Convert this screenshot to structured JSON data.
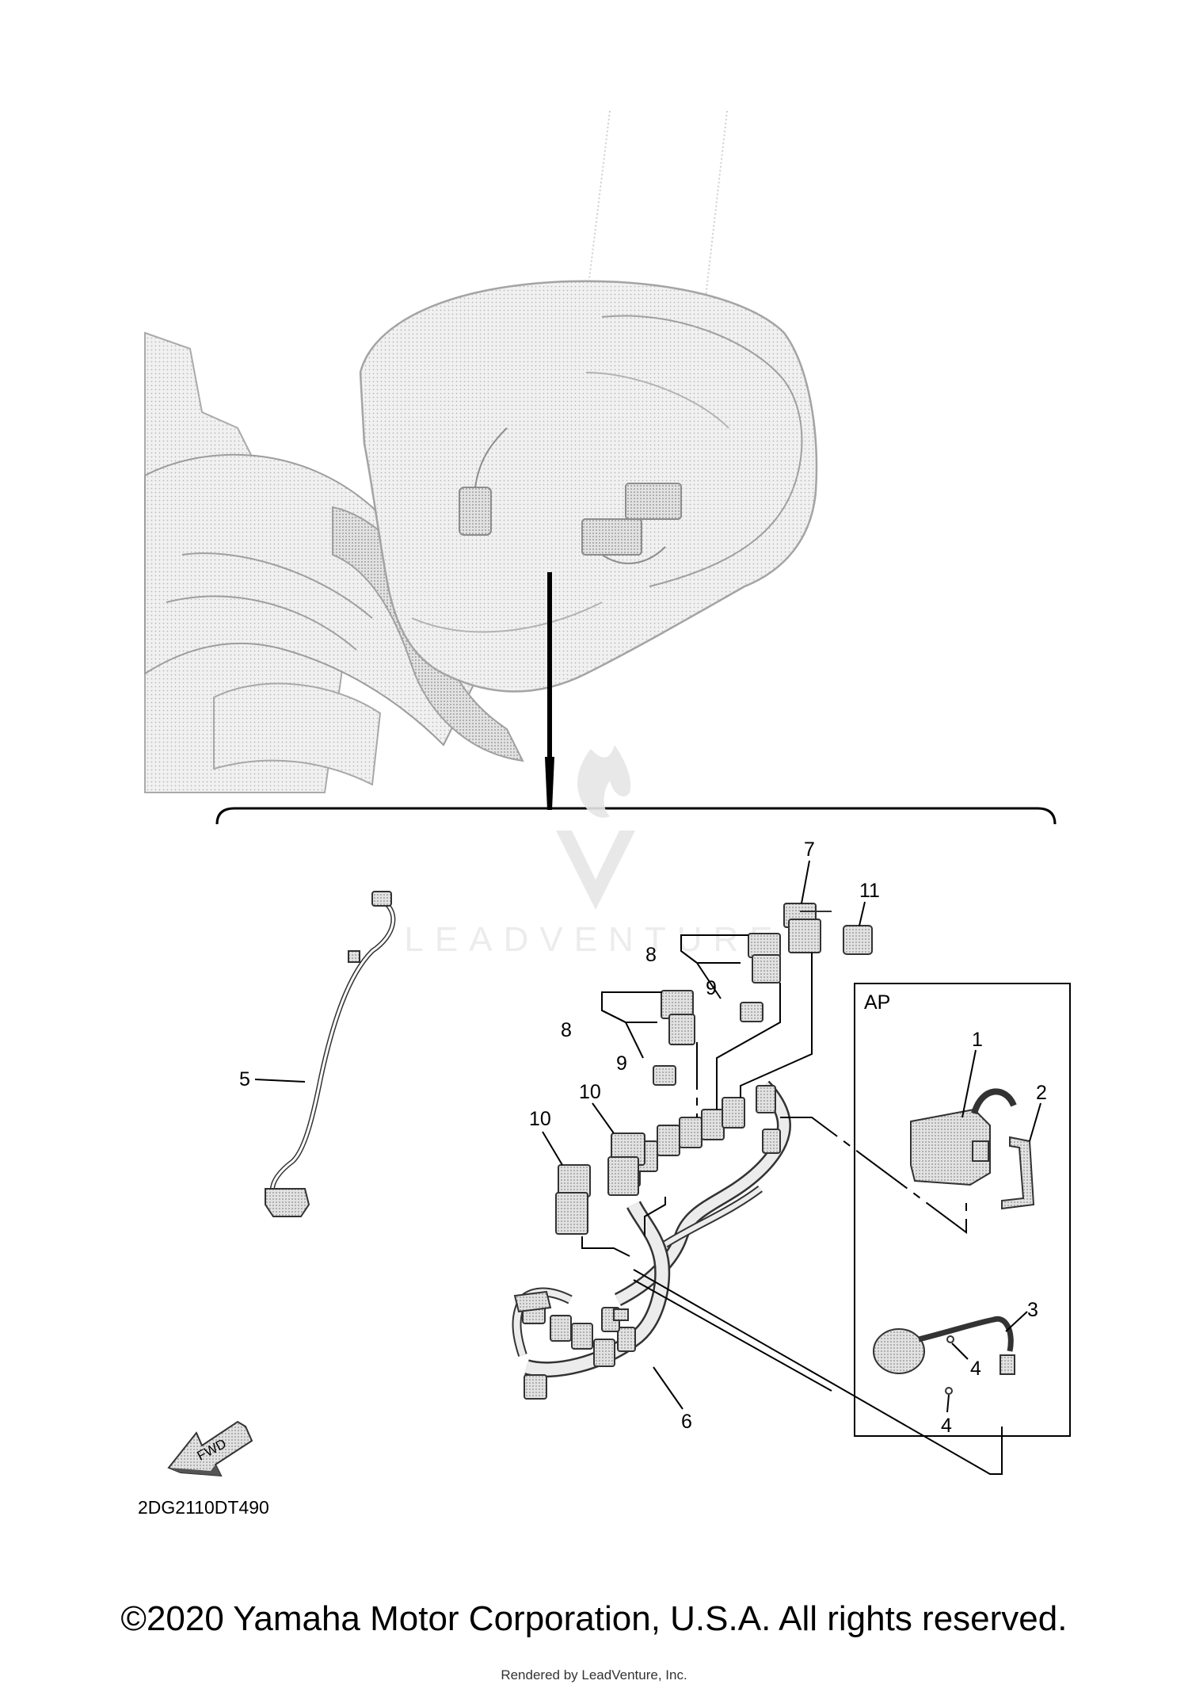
{
  "diagram": {
    "drawing_code": "2DG2110DT490",
    "fwd_label": "FWD",
    "ap_label": "AP",
    "callouts": [
      "1",
      "2",
      "3",
      "4",
      "4",
      "5",
      "6",
      "7",
      "8",
      "8",
      "9",
      "9",
      "10",
      "10",
      "11"
    ]
  },
  "watermark": {
    "text": "LEADVENTURE"
  },
  "footer": {
    "copyright": "©2020 Yamaha Motor Corporation, U.S.A. All rights reserved.",
    "rendered_by": "Rendered by LeadVenture, Inc."
  }
}
